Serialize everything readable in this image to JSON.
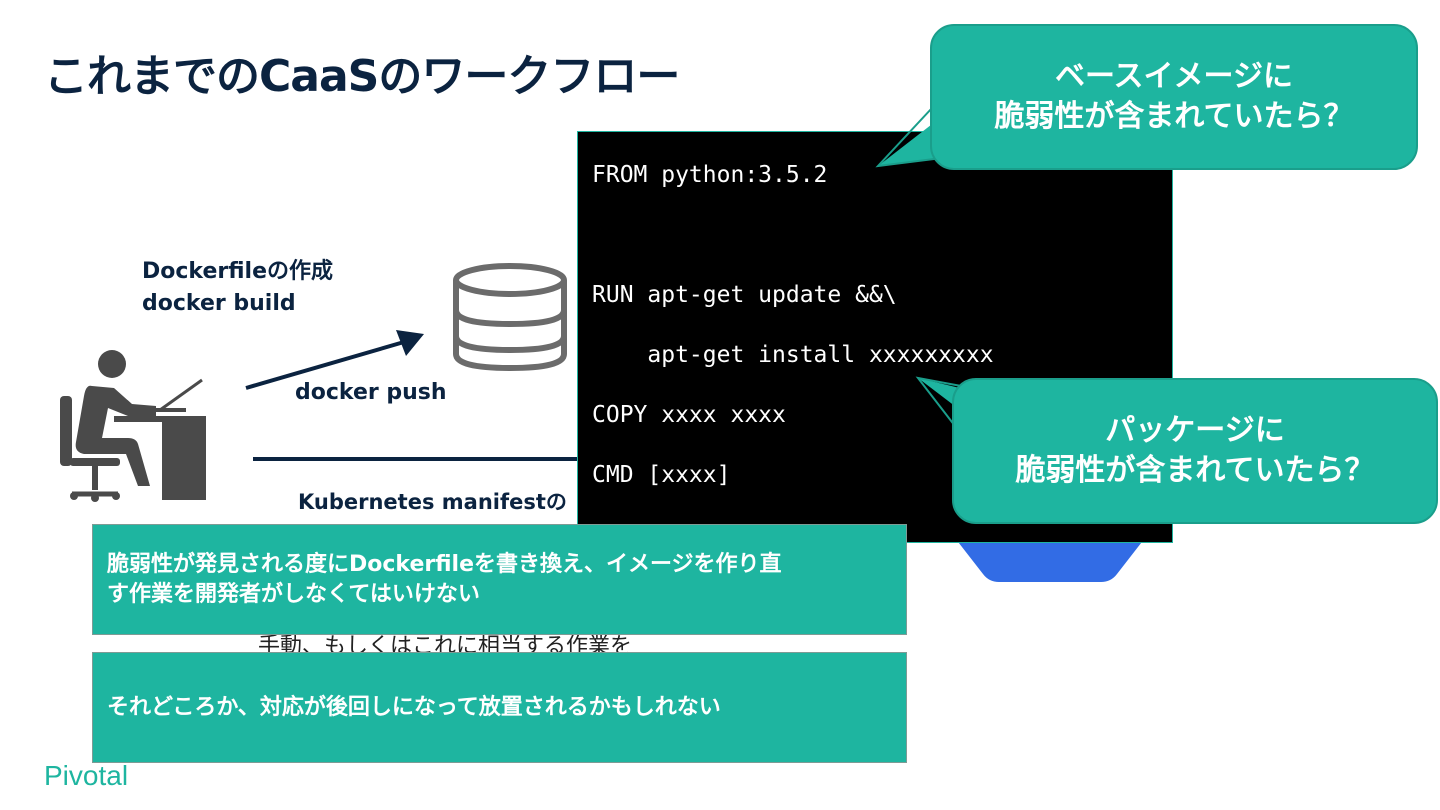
{
  "slide": {
    "title": "これまでのCaaSのワークフロー",
    "brand": "Pivotal"
  },
  "workflow": {
    "step1_line1": "Dockerfileの作成",
    "step1_line2": "docker build",
    "push_label": "docker push",
    "manifest_label": "Kubernetes manifestの",
    "hidden_text": "手動、もしくはこれに相当する作業を"
  },
  "dockerfile": {
    "lines": [
      "FROM python:3.5.2",
      "RUN apt-get update &&\\",
      "    apt-get install xxxxxxxxx",
      "COPY xxxx xxxx",
      "CMD [xxxx]"
    ]
  },
  "callouts": {
    "base_image_line1": "ベースイメージに",
    "base_image_line2": "脆弱性が含まれていたら？",
    "package_line1": "パッケージに",
    "package_line2": "脆弱性が含まれていたら？"
  },
  "notes": {
    "note1_line1": "脆弱性が発見される度にDockerfileを書き換え、イメージを作り直",
    "note1_line2": "す作業を開発者がしなくてはいけない",
    "note2": "それどころか、対応が後回しになって放置されるかもしれない"
  },
  "colors": {
    "accent": "#1eb5a0",
    "navy": "#0b2340",
    "k8s_blue": "#326ce5"
  }
}
